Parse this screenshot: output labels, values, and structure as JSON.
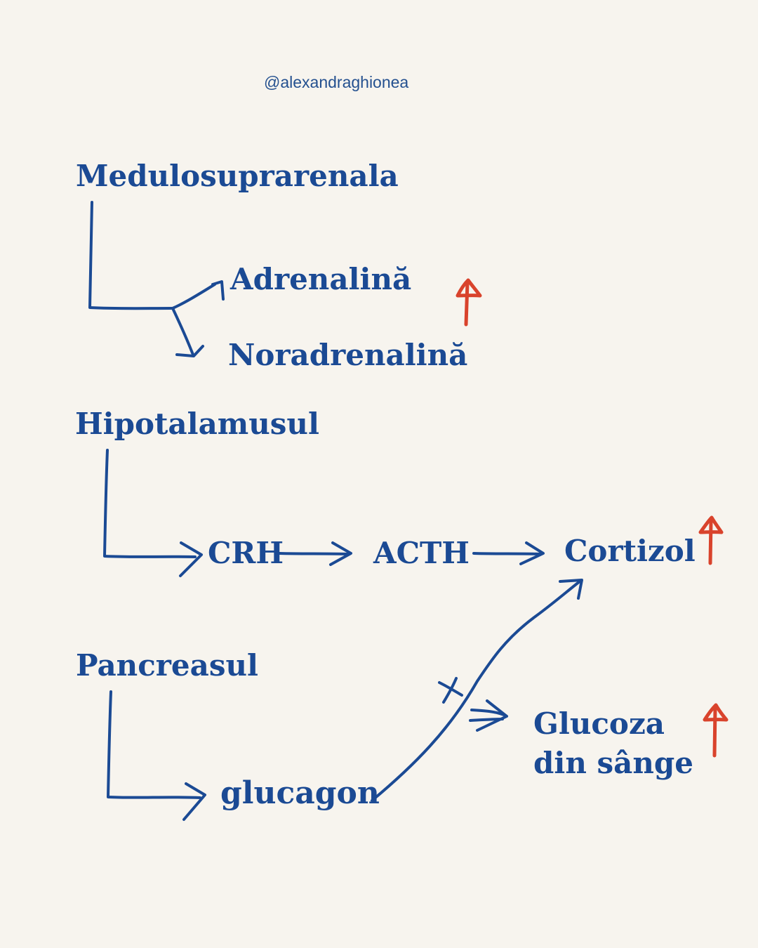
{
  "handle": "@alexandraghionea",
  "labels": {
    "medulo": "Medulosuprarenala",
    "adrenalina": "Adrenalină",
    "noradrenalina": "Noradrenalină",
    "hipotalamus": "Hipotalamusul",
    "crh": "CRH",
    "acth": "ACTH",
    "cortizol": "Cortizol",
    "pancreas": "Pancreasul",
    "glucagon": "glucagon",
    "glucoza_1": "Glucoza",
    "glucoza_2": "din sânge",
    "cross_mark": "x"
  },
  "colors": {
    "ink": "#1b4a94",
    "accent": "#d9432c",
    "background": "#f7f4ee"
  },
  "icons": [
    "up-arrow-icon"
  ]
}
